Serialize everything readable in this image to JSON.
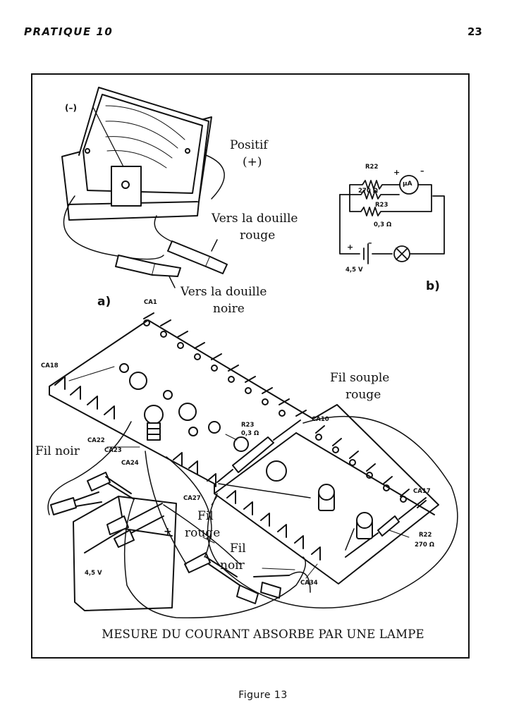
{
  "header": {
    "chapter": "PRATIQUE 10",
    "page_number": "23"
  },
  "figure": {
    "caption": "MESURE DU COURANT ABSORBE PAR UNE LAMPE",
    "label": "Figure 13",
    "panel_a": "a)",
    "panel_b": "b)"
  },
  "meter": {
    "negative_mark": "(–)",
    "positive_line1": "Positif",
    "positive_line2": "(+)"
  },
  "annotations": {
    "red_socket_line1": "Vers la douille",
    "red_socket_line2": "rouge",
    "black_socket_line1": "Vers la douille",
    "black_socket_line2": "noire",
    "flex_red_line1": "Fil souple",
    "flex_red_line2": "rouge",
    "black_wire": "Fil noir",
    "red_wire_line1": "Fil",
    "red_wire_line2": "rouge",
    "black_wire2_line1": "Fil",
    "black_wire2_line2": "noir"
  },
  "terminals": {
    "ca1": "CA1",
    "ca18": "CA18",
    "ca22": "CA22",
    "ca23": "CA23",
    "ca24": "CA24",
    "ca27": "CA27",
    "ca10": "CA10",
    "ca17": "CA17",
    "ca34": "CA34"
  },
  "components": {
    "r23_name": "R23",
    "r23_value": "0,3 Ω",
    "r22_name": "R22",
    "r22_value": "270 Ω",
    "battery": "4,5 V"
  },
  "schematic": {
    "r22_name": "R22",
    "r22_value": "270 Ω",
    "meter": "μA",
    "r23_name": "R23",
    "r23_value": "0,3 Ω",
    "battery": "4,5 V",
    "plus": "+",
    "minus": "–"
  }
}
